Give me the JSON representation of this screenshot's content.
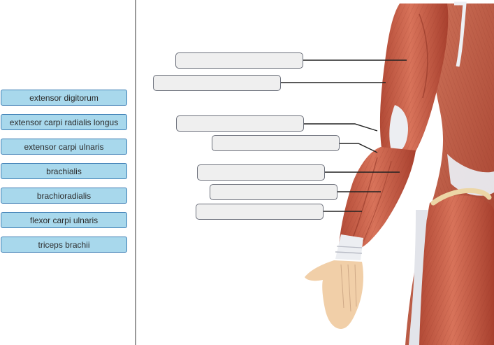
{
  "word_bank": {
    "items": [
      {
        "label": "extensor digitorum"
      },
      {
        "label": "extensor carpi radialis longus"
      },
      {
        "label": "extensor carpi ulnaris"
      },
      {
        "label": "brachialis"
      },
      {
        "label": "brachioradialis"
      },
      {
        "label": "flexor carpi ulnaris"
      },
      {
        "label": "triceps brachii"
      }
    ]
  },
  "drop_zones": [
    {
      "value": ""
    },
    {
      "value": ""
    },
    {
      "value": ""
    },
    {
      "value": ""
    },
    {
      "value": ""
    },
    {
      "value": ""
    },
    {
      "value": ""
    }
  ],
  "colors": {
    "chip_fill": "#a8d8ec",
    "chip_border": "#3f7fb5",
    "drop_fill": "#efefef",
    "muscle": "#c8604a",
    "tendon": "#e4e6ec",
    "skin": "#f1cfa8"
  }
}
